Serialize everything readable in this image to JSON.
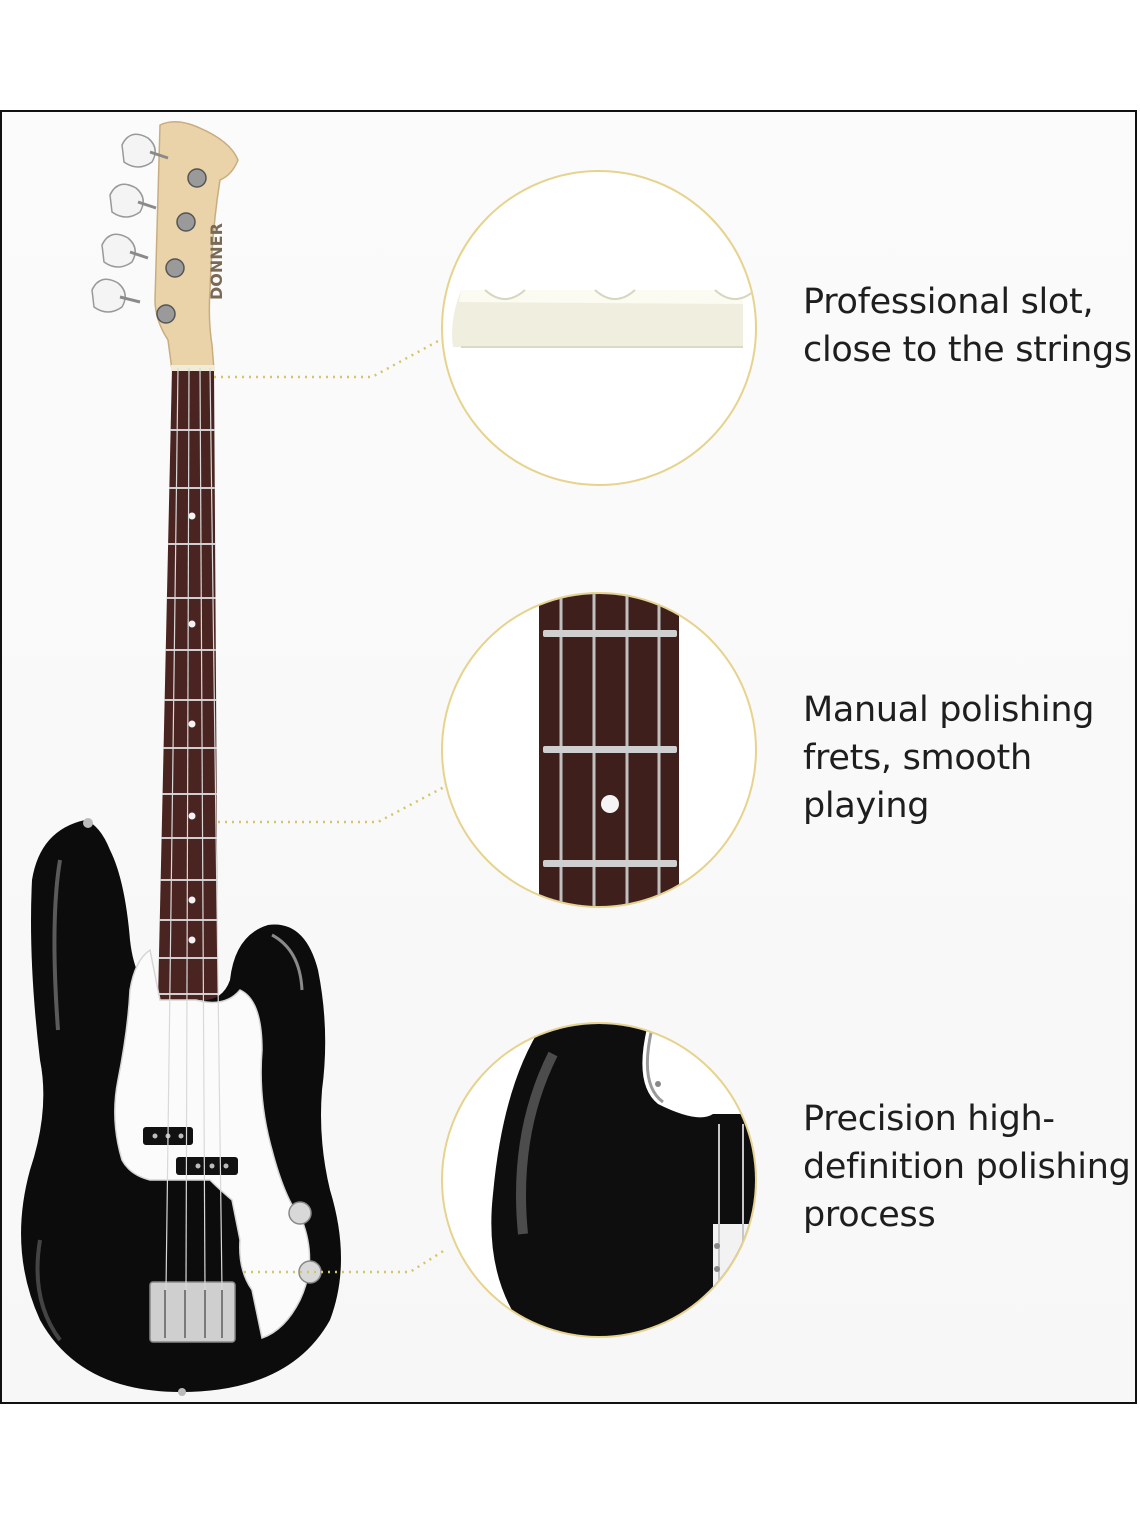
{
  "features": [
    {
      "id": "nut",
      "text": "Professional slot,\nclose to the strings"
    },
    {
      "id": "frets",
      "text": "Manual polishing\nfrets, smooth\nplaying"
    },
    {
      "id": "finish",
      "text": "Precision high-\ndefinition polishing\nprocess"
    }
  ],
  "headstock_logo": "DONNER",
  "colors": {
    "body": "#0c0c0c",
    "neck": "#ead3a8",
    "fretboard": "#4a2420",
    "pickguard": "#ffffff",
    "leader_line": "#d8c36a",
    "circle_border": "#e6d38e"
  }
}
